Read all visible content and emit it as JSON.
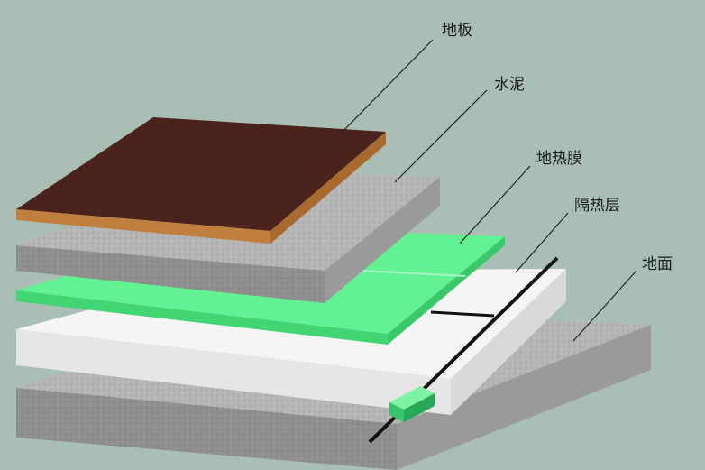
{
  "layers": [
    {
      "id": "floor",
      "label": "地板",
      "color": "#4a241c",
      "edge_color": "#b87a3c"
    },
    {
      "id": "cement",
      "label": "水泥",
      "color": "#b5b5b5"
    },
    {
      "id": "heating_film",
      "label": "地热膜",
      "color": "#5ef28f"
    },
    {
      "id": "insulation",
      "label": "隔热层",
      "color": "#f7f7f7"
    },
    {
      "id": "ground",
      "label": "地面",
      "color": "#a8a8a8"
    }
  ],
  "background_color": "#a9bfb5"
}
